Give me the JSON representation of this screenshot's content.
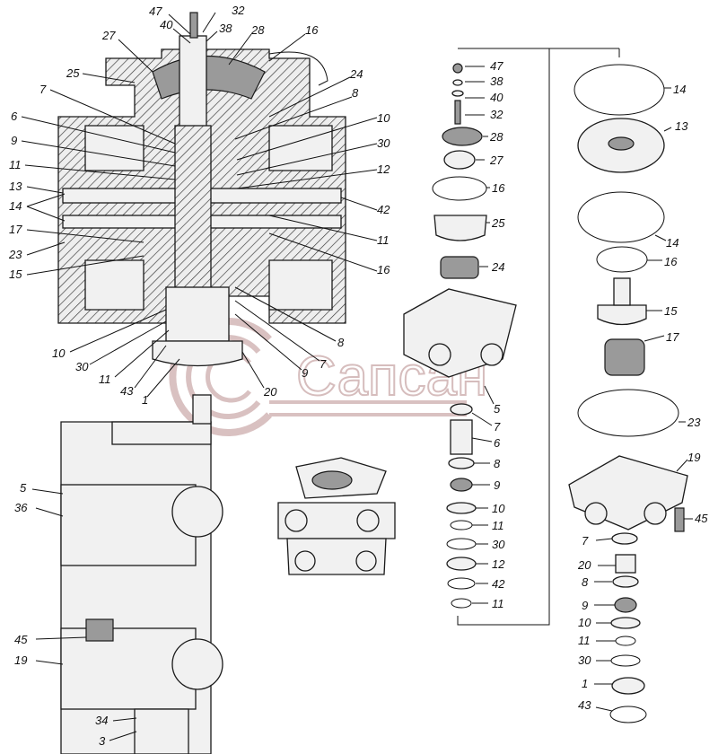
{
  "watermark": {
    "text": "Сапсан",
    "color": "#c9a7a7"
  },
  "section_labels": [
    {
      "id": "s47",
      "text": "47"
    },
    {
      "id": "s32",
      "text": "32"
    },
    {
      "id": "s40",
      "text": "40"
    },
    {
      "id": "s38",
      "text": "38"
    },
    {
      "id": "s27",
      "text": "27"
    },
    {
      "id": "s28",
      "text": "28"
    },
    {
      "id": "s16a",
      "text": "16"
    },
    {
      "id": "s25",
      "text": "25"
    },
    {
      "id": "s24",
      "text": "24"
    },
    {
      "id": "s7a",
      "text": "7"
    },
    {
      "id": "s8a",
      "text": "8"
    },
    {
      "id": "s6",
      "text": "6"
    },
    {
      "id": "s10a",
      "text": "10"
    },
    {
      "id": "s9a",
      "text": "9"
    },
    {
      "id": "s30a",
      "text": "30"
    },
    {
      "id": "s11a",
      "text": "11"
    },
    {
      "id": "s12",
      "text": "12"
    },
    {
      "id": "s13",
      "text": "13"
    },
    {
      "id": "s42",
      "text": "42"
    },
    {
      "id": "s14",
      "text": "14"
    },
    {
      "id": "s11b",
      "text": "11"
    },
    {
      "id": "s17",
      "text": "17"
    },
    {
      "id": "s16b",
      "text": "16"
    },
    {
      "id": "s23",
      "text": "23"
    },
    {
      "id": "s15",
      "text": "15"
    },
    {
      "id": "s8b",
      "text": "8"
    },
    {
      "id": "s10b",
      "text": "10"
    },
    {
      "id": "s30b",
      "text": "30"
    },
    {
      "id": "s7b",
      "text": "7"
    },
    {
      "id": "s9b",
      "text": "9"
    },
    {
      "id": "s11c",
      "text": "11"
    },
    {
      "id": "s43",
      "text": "43"
    },
    {
      "id": "s1",
      "text": "1"
    },
    {
      "id": "s20",
      "text": "20"
    }
  ],
  "exploded_column_1": [
    {
      "id": "e47",
      "text": "47"
    },
    {
      "id": "e38",
      "text": "38"
    },
    {
      "id": "e40",
      "text": "40"
    },
    {
      "id": "e32",
      "text": "32"
    },
    {
      "id": "e28",
      "text": "28"
    },
    {
      "id": "e27",
      "text": "27"
    },
    {
      "id": "e16",
      "text": "16"
    },
    {
      "id": "e25",
      "text": "25"
    },
    {
      "id": "e24",
      "text": "24"
    },
    {
      "id": "e5",
      "text": "5"
    },
    {
      "id": "e7",
      "text": "7"
    },
    {
      "id": "e6",
      "text": "6"
    },
    {
      "id": "e8",
      "text": "8"
    },
    {
      "id": "e9",
      "text": "9"
    },
    {
      "id": "e10",
      "text": "10"
    },
    {
      "id": "e11",
      "text": "11"
    },
    {
      "id": "e30",
      "text": "30"
    },
    {
      "id": "e12",
      "text": "12"
    },
    {
      "id": "e42",
      "text": "42"
    },
    {
      "id": "e11b",
      "text": "11"
    }
  ],
  "exploded_column_2": [
    {
      "id": "f14a",
      "text": "14"
    },
    {
      "id": "f13",
      "text": "13"
    },
    {
      "id": "f14b",
      "text": "14"
    },
    {
      "id": "f16",
      "text": "16"
    },
    {
      "id": "f15",
      "text": "15"
    },
    {
      "id": "f17",
      "text": "17"
    },
    {
      "id": "f23",
      "text": "23"
    },
    {
      "id": "f19",
      "text": "19"
    },
    {
      "id": "f45",
      "text": "45"
    },
    {
      "id": "f7",
      "text": "7"
    },
    {
      "id": "f20",
      "text": "20"
    },
    {
      "id": "f8",
      "text": "8"
    },
    {
      "id": "f9",
      "text": "9"
    },
    {
      "id": "f10",
      "text": "10"
    },
    {
      "id": "f11",
      "text": "11"
    },
    {
      "id": "f30",
      "text": "30"
    },
    {
      "id": "f1",
      "text": "1"
    },
    {
      "id": "f43",
      "text": "43"
    }
  ],
  "side_view_labels": [
    {
      "id": "v5",
      "text": "5"
    },
    {
      "id": "v36",
      "text": "36"
    },
    {
      "id": "v45",
      "text": "45"
    },
    {
      "id": "v19",
      "text": "19"
    },
    {
      "id": "v34",
      "text": "34"
    },
    {
      "id": "v3",
      "text": "3"
    }
  ]
}
